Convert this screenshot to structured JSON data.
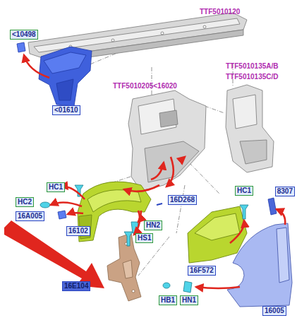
{
  "diagram": {
    "labels": [
      "TTF5010120",
      "<10498",
      "<01610",
      "TTF5010205<16020",
      "TTF5010135A/B",
      "TTF5010135C/D",
      "HC1",
      "HC2",
      "16A005",
      "16D268",
      "16102",
      "HN2",
      "HS1",
      "HC1",
      "8307",
      "16F572",
      "16E104",
      "HB1",
      "HN1",
      "16005"
    ]
  }
}
